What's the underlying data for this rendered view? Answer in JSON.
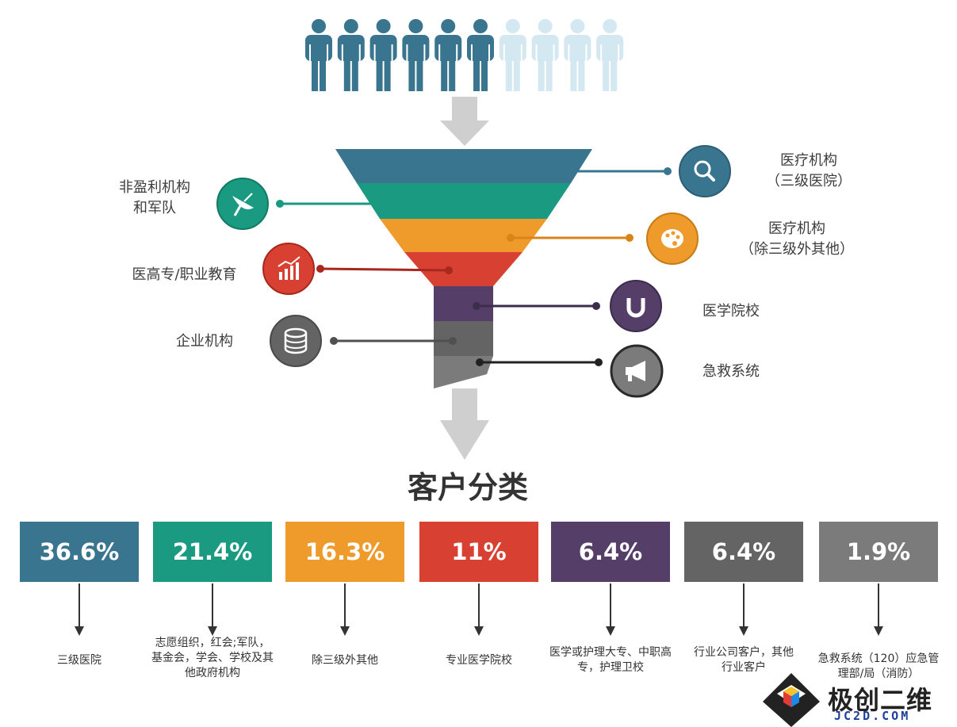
{
  "title": "客户分类",
  "colors": {
    "teal_blue": "#3a7590",
    "green": "#1a9a80",
    "orange": "#ef9b2c",
    "red": "#d84132",
    "purple": "#553f69",
    "dark_gray": "#646464",
    "gray": "#7b7b7b",
    "light_people": "#d3e8f0",
    "arrow_gray": "#cfcfcf"
  },
  "people": {
    "total": 10,
    "highlighted": 6
  },
  "funnel_labels": {
    "medical_top": {
      "line1": "医疗机构",
      "line2": "（三级医院）",
      "icon": "search-icon"
    },
    "nonprofit": {
      "line1": "非盈利机构",
      "line2": "和军队",
      "icon": "satellite-dish-icon"
    },
    "medical_other": {
      "line1": "医疗机构",
      "line2": "（除三级外其他）",
      "icon": "palette-icon"
    },
    "vocational": {
      "line1": "医高专/职业教育",
      "icon": "bar-chart-icon"
    },
    "med_school": {
      "line1": "医学院校",
      "icon": "magnet-icon"
    },
    "enterprise": {
      "line1": "企业机构",
      "icon": "database-icon"
    },
    "emergency": {
      "line1": "急救系统",
      "icon": "megaphone-icon"
    }
  },
  "categories": [
    {
      "value": "36.6%",
      "desc": "三级医院"
    },
    {
      "value": "21.4%",
      "desc": "志愿组织，红会;军队，基金会，学会、学校及其他政府机构"
    },
    {
      "value": "16.3%",
      "desc": "除三级外其他"
    },
    {
      "value": "11%",
      "desc": "专业医学院校"
    },
    {
      "value": "6.4%",
      "desc": "医学或护理大专、中职高专，护理卫校"
    },
    {
      "value": "6.4%",
      "desc": "行业公司客户，其他行业客户"
    },
    {
      "value": "1.9%",
      "desc": "急救系统（120）应急管理部/局（消防）"
    }
  ],
  "brand": {
    "name": "极创二维",
    "domain": "JC2D.COM"
  }
}
